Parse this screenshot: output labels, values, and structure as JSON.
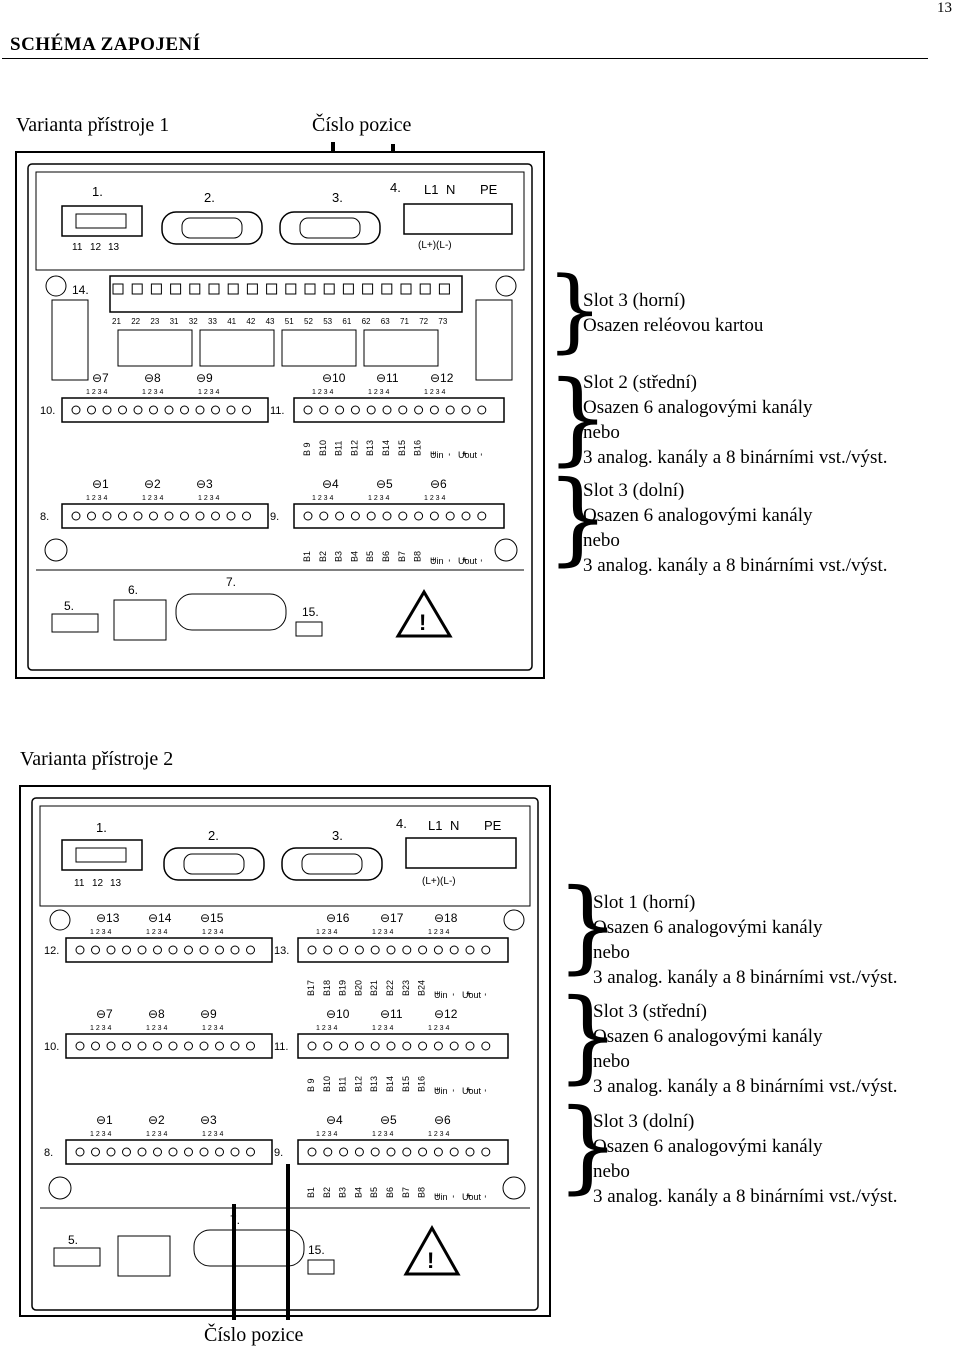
{
  "page_number": "13",
  "section_title": "SCHÉMA  ZAPOJENÍ",
  "variant1": {
    "label": "Varianta přístroje 1",
    "position_caption": "Číslo pozice",
    "top_labels": [
      "1.",
      "2.",
      "3.",
      "4.",
      "L1",
      "N",
      "PE"
    ],
    "top_pins": [
      "11",
      "12",
      "13"
    ],
    "power_polarity": "(L+)(L-)",
    "slot14_label": "14.",
    "relay_pins": [
      "21",
      "22",
      "23",
      "31",
      "32",
      "33",
      "41",
      "42",
      "43",
      "51",
      "52",
      "53",
      "61",
      "62",
      "63",
      "71",
      "72",
      "73"
    ],
    "row_mid": {
      "left_label": "10.",
      "right_label": "11.",
      "channels_left": [
        "7",
        "8",
        "9"
      ],
      "channels_right": [
        "10",
        "11",
        "12"
      ],
      "bin_labels": [
        "B 9",
        "B10",
        "B11",
        "B12",
        "B13",
        "B14",
        "B15",
        "B16",
        "+",
        "-",
        "+",
        "-"
      ],
      "uin": "Uin",
      "uout": "Uout"
    },
    "row_bot": {
      "left_label": "8.",
      "right_label": "9.",
      "channels_left": [
        "1",
        "2",
        "3"
      ],
      "channels_right": [
        "4",
        "5",
        "6"
      ],
      "bin_labels": [
        "B1",
        "B2",
        "B3",
        "B4",
        "B5",
        "B6",
        "B7",
        "B8",
        "+",
        "-",
        "+",
        "-"
      ],
      "uin": "Uin",
      "uout": "Uout"
    },
    "bottom_labels": [
      "5.",
      "6.",
      "7.",
      "15."
    ],
    "pin_numbers": "1 2 3 4",
    "notes": [
      {
        "title": "Slot 3  (horní)",
        "lines": [
          "Osazen reléovou kartou"
        ]
      },
      {
        "title": "Slot 2  (střední)",
        "lines": [
          "Osazen 6 analogovými kanály",
          "nebo",
          "3 analog. kanály a 8 binárními vst./výst."
        ]
      },
      {
        "title": "Slot 3  (dolní)",
        "lines": [
          "Osazen 6 analogovými kanály",
          "nebo",
          "3 analog. kanály a 8 binárními vst./výst."
        ]
      }
    ]
  },
  "variant2": {
    "label": "Varianta přístroje 2",
    "position_caption": "Číslo pozice",
    "top_labels": [
      "1.",
      "2.",
      "3.",
      "4.",
      "L1",
      "N",
      "PE"
    ],
    "top_pins": [
      "11",
      "12",
      "13"
    ],
    "power_polarity": "(L+)(L-)",
    "row_top": {
      "left_label": "12.",
      "right_label": "13.",
      "channels_left": [
        "13",
        "14",
        "15"
      ],
      "channels_right": [
        "16",
        "17",
        "18"
      ],
      "bin_labels": [
        "B17",
        "B18",
        "B19",
        "B20",
        "B21",
        "B22",
        "B23",
        "B24",
        "+",
        "-",
        "+",
        "-"
      ],
      "uin": "Uin",
      "uout": "Uout"
    },
    "row_mid": {
      "left_label": "10.",
      "right_label": "11.",
      "channels_left": [
        "7",
        "8",
        "9"
      ],
      "channels_right": [
        "10",
        "11",
        "12"
      ],
      "bin_labels": [
        "B 9",
        "B10",
        "B11",
        "B12",
        "B13",
        "B14",
        "B15",
        "B16",
        "+",
        "-",
        "+",
        "-"
      ],
      "uin": "Uin",
      "uout": "Uout"
    },
    "row_bot": {
      "left_label": "8.",
      "right_label": "9.",
      "channels_left": [
        "1",
        "2",
        "3"
      ],
      "channels_right": [
        "4",
        "5",
        "6"
      ],
      "bin_labels": [
        "B1",
        "B2",
        "B3",
        "B4",
        "B5",
        "B6",
        "B7",
        "B8",
        "+",
        "-",
        "+",
        "-"
      ],
      "uin": "Uin",
      "uout": "Uout"
    },
    "bottom_labels": [
      "5.",
      "7.",
      "15."
    ],
    "pin_numbers": "1 2 3 4",
    "notes": [
      {
        "title": "Slot 1  (horní)",
        "lines": [
          "Osazen 6 analogovými kanály",
          "nebo",
          "3 analog. kanály a 8 binárními vst./výst."
        ]
      },
      {
        "title": "Slot 3  (střední)",
        "lines": [
          "Osazen 6 analogovými kanály",
          "nebo",
          "3 analog. kanály a 8 binárními vst./výst."
        ]
      },
      {
        "title": "Slot 3  (dolní)",
        "lines": [
          "Osazen 6 analogovými kanály",
          "nebo",
          "3 analog. kanály a 8 binárními vst./výst."
        ]
      }
    ]
  }
}
